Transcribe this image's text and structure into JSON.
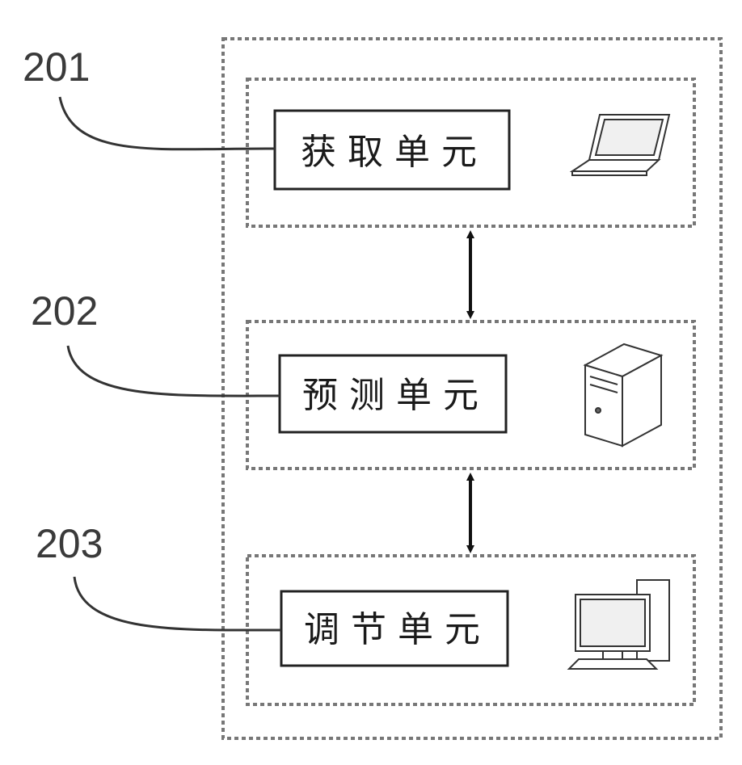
{
  "diagram": {
    "modules": [
      {
        "ref": "201",
        "label": "获取单元",
        "device": "laptop-icon"
      },
      {
        "ref": "202",
        "label": "预测单元",
        "device": "server-tower-icon"
      },
      {
        "ref": "203",
        "label": "调节单元",
        "device": "desktop-computer-icon"
      }
    ],
    "connections": [
      {
        "from": "201",
        "to": "202",
        "type": "bidirectional"
      },
      {
        "from": "202",
        "to": "203",
        "type": "bidirectional"
      }
    ]
  }
}
